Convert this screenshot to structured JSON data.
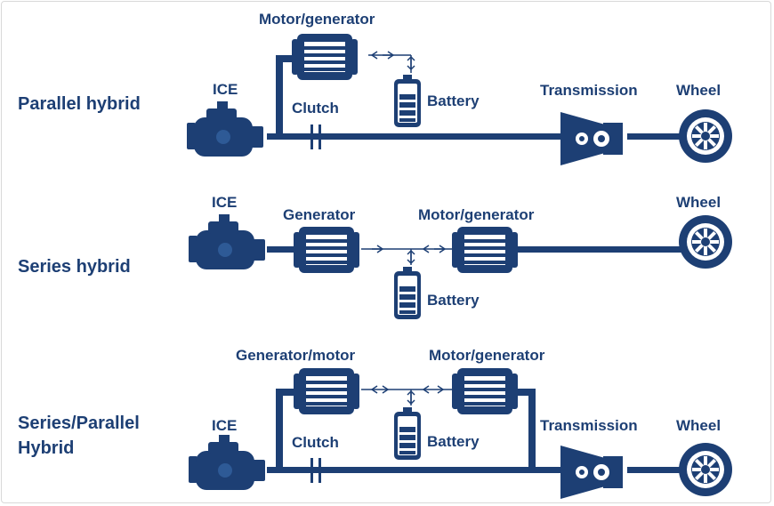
{
  "colors": {
    "primary": "#1d3f74",
    "background": "#ffffff",
    "accent": "#ffffff"
  },
  "rows": {
    "parallel": {
      "title": "Parallel hybrid",
      "ice": "ICE",
      "motor_generator": "Motor/generator",
      "battery": "Battery",
      "clutch": "Clutch",
      "transmission": "Transmission",
      "wheel": "Wheel"
    },
    "series": {
      "title": "Series hybrid",
      "ice": "ICE",
      "generator": "Generator",
      "motor_generator": "Motor/generator",
      "battery": "Battery",
      "wheel": "Wheel"
    },
    "series_parallel": {
      "title_line1": "Series/Parallel",
      "title_line2": "Hybrid",
      "ice": "ICE",
      "generator_motor": "Generator/motor",
      "motor_generator": "Motor/generator",
      "battery": "Battery",
      "clutch": "Clutch",
      "transmission": "Transmission",
      "wheel": "Wheel"
    }
  },
  "icons": [
    "engine-icon",
    "motor-icon",
    "battery-icon",
    "clutch-icon",
    "transmission-icon",
    "wheel-icon",
    "double-arrow-icon"
  ]
}
